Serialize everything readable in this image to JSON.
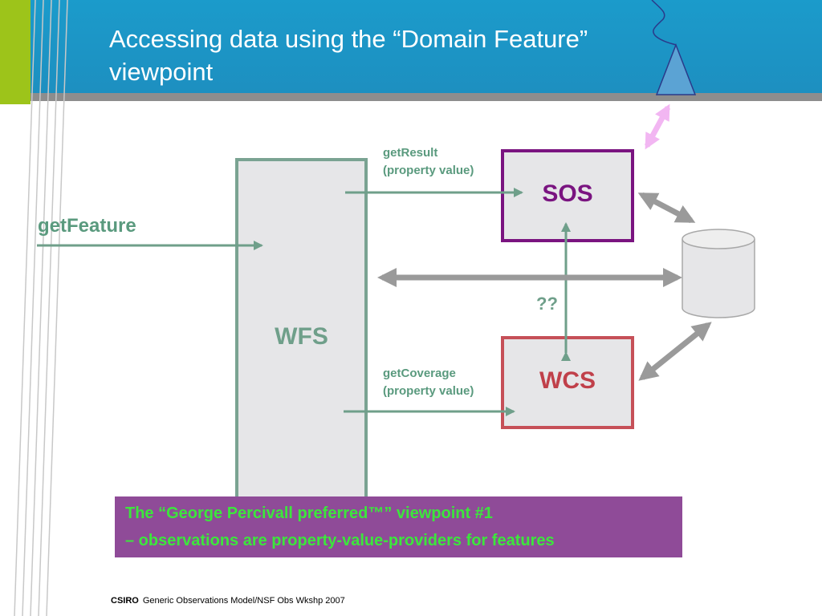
{
  "slide": {
    "title_line1": "Accessing data using the “Domain Feature”",
    "title_line2": "viewpoint"
  },
  "diagram": {
    "wfs_label": "WFS",
    "sos_label": "SOS",
    "wcs_label": "WCS",
    "get_feature_label": "getFeature",
    "get_result_line1": "getResult",
    "get_result_line2": "(property value)",
    "get_coverage_line1": "getCoverage",
    "get_coverage_line2": "(property value)",
    "question_label": "??",
    "icons": [
      "database-icon",
      "antenna-icon",
      "satellite-link-arrow-icon"
    ]
  },
  "banner": {
    "line1": "The “George Percivall preferred™” viewpoint #1",
    "line2": "– observations are property-value-providers for features"
  },
  "footer": {
    "brand": "CSIRO",
    "text": "Generic Observations Model/NSF Obs Wkshp 2007"
  },
  "colors": {
    "header_blue": "#1b9bcb",
    "lime": "#9dc41a",
    "wfs_border": "#7aa392",
    "sos_border": "#7a1480",
    "sos_text": "#7a1480",
    "wcs_border": "#c65058",
    "wcs_text": "#c0404a",
    "arrow_green": "#6f9f8a",
    "arrow_gray": "#9a9a9a",
    "banner_purple": "#8f4b98",
    "banner_text": "#3ce63c"
  }
}
